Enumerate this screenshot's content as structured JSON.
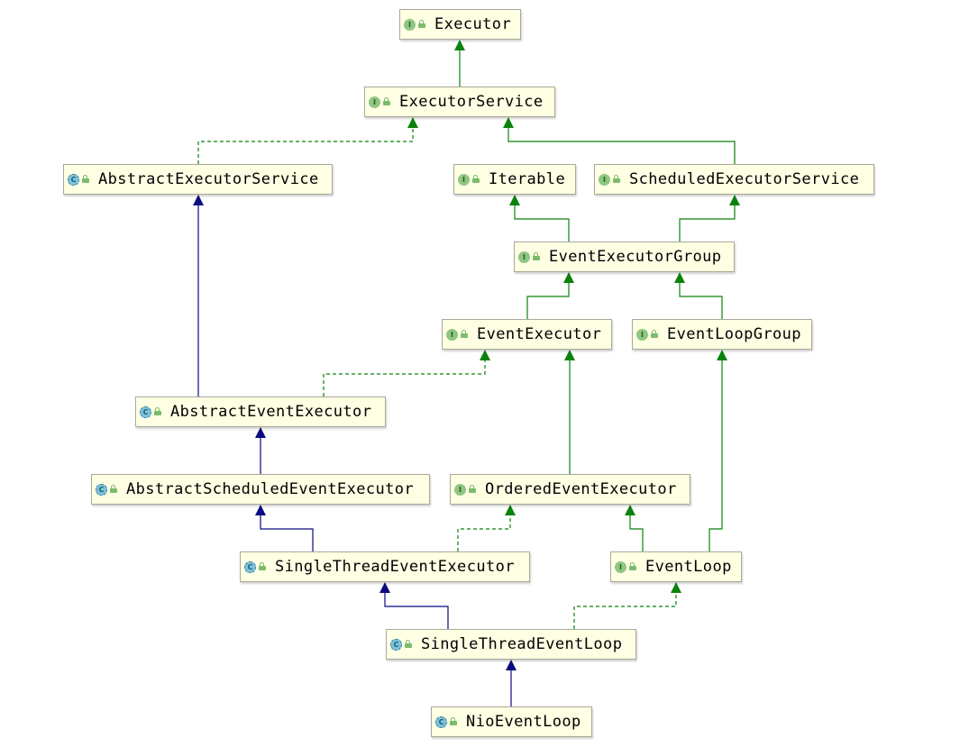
{
  "colors": {
    "extends_class": "#0b0c80",
    "extends_interface": "#0b820b",
    "implements": "#0b820b",
    "node_fill": "#ffffe4"
  },
  "nodes": {
    "executor": {
      "label": "Executor",
      "kind": "interface"
    },
    "executor_service": {
      "label": "ExecutorService",
      "kind": "interface"
    },
    "abstract_executor_service": {
      "label": "AbstractExecutorService",
      "kind": "abstract-class"
    },
    "iterable": {
      "label": "Iterable",
      "kind": "interface"
    },
    "scheduled_executor_service": {
      "label": "ScheduledExecutorService",
      "kind": "interface"
    },
    "event_executor_group": {
      "label": "EventExecutorGroup",
      "kind": "interface"
    },
    "event_executor": {
      "label": "EventExecutor",
      "kind": "interface"
    },
    "event_loop_group": {
      "label": "EventLoopGroup",
      "kind": "interface"
    },
    "abstract_event_executor": {
      "label": "AbstractEventExecutor",
      "kind": "abstract-class"
    },
    "abstract_scheduled_event_executor": {
      "label": "AbstractScheduledEventExecutor",
      "kind": "abstract-class"
    },
    "ordered_event_executor": {
      "label": "OrderedEventExecutor",
      "kind": "interface"
    },
    "single_thread_event_executor": {
      "label": "SingleThreadEventExecutor",
      "kind": "abstract-class"
    },
    "event_loop": {
      "label": "EventLoop",
      "kind": "interface"
    },
    "single_thread_event_loop": {
      "label": "SingleThreadEventLoop",
      "kind": "abstract-class"
    },
    "nio_event_loop": {
      "label": "NioEventLoop",
      "kind": "class"
    }
  },
  "edges": [
    {
      "from": "executor_service",
      "to": "executor",
      "type": "extends_interface"
    },
    {
      "from": "abstract_executor_service",
      "to": "executor_service",
      "type": "implements"
    },
    {
      "from": "scheduled_executor_service",
      "to": "executor_service",
      "type": "extends_interface"
    },
    {
      "from": "event_executor_group",
      "to": "iterable",
      "type": "extends_interface"
    },
    {
      "from": "event_executor_group",
      "to": "scheduled_executor_service",
      "type": "extends_interface"
    },
    {
      "from": "event_executor",
      "to": "event_executor_group",
      "type": "extends_interface"
    },
    {
      "from": "event_loop_group",
      "to": "event_executor_group",
      "type": "extends_interface"
    },
    {
      "from": "abstract_event_executor",
      "to": "abstract_executor_service",
      "type": "extends_class"
    },
    {
      "from": "abstract_event_executor",
      "to": "event_executor",
      "type": "implements"
    },
    {
      "from": "ordered_event_executor",
      "to": "event_executor",
      "type": "extends_interface"
    },
    {
      "from": "abstract_scheduled_event_executor",
      "to": "abstract_event_executor",
      "type": "extends_class"
    },
    {
      "from": "single_thread_event_executor",
      "to": "abstract_scheduled_event_executor",
      "type": "extends_class"
    },
    {
      "from": "single_thread_event_executor",
      "to": "ordered_event_executor",
      "type": "implements"
    },
    {
      "from": "event_loop",
      "to": "ordered_event_executor",
      "type": "extends_interface"
    },
    {
      "from": "event_loop",
      "to": "event_loop_group",
      "type": "extends_interface"
    },
    {
      "from": "single_thread_event_loop",
      "to": "single_thread_event_executor",
      "type": "extends_class"
    },
    {
      "from": "single_thread_event_loop",
      "to": "event_loop",
      "type": "implements"
    },
    {
      "from": "nio_event_loop",
      "to": "single_thread_event_loop",
      "type": "extends_class"
    }
  ]
}
